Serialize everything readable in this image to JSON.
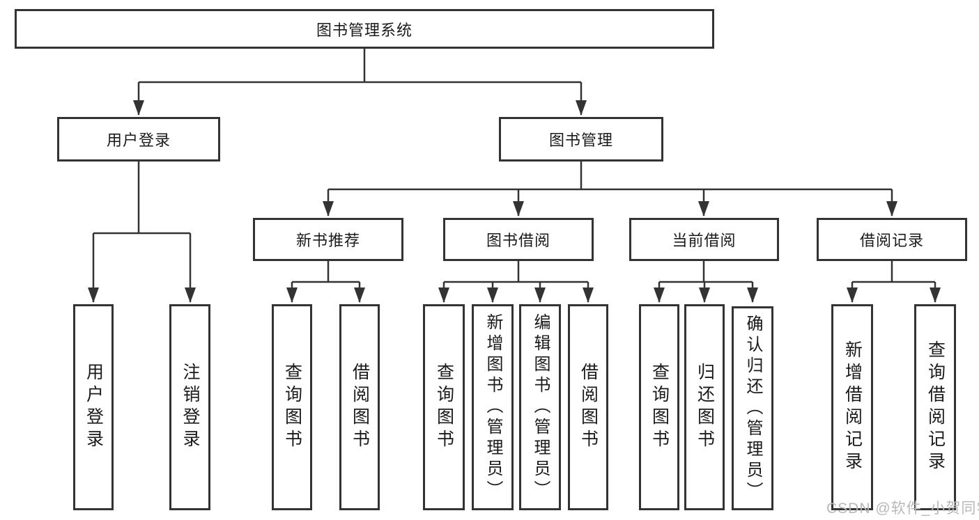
{
  "colors": {
    "line": "#333333",
    "box_border": "#333333",
    "text": "#1a1a1a",
    "background": "#ffffff",
    "watermark": "#b8b8b8"
  },
  "watermark": {
    "text": "CSDN @软件_小贺同学"
  },
  "tree": {
    "root": {
      "label": "图书管理系统"
    },
    "branches": [
      {
        "label": "用户登录",
        "children": [
          {
            "label": "用户登录"
          },
          {
            "label": "注销登录"
          }
        ]
      },
      {
        "label": "图书管理",
        "children": [
          {
            "label": "新书推荐",
            "children": [
              {
                "label": "查询图书"
              },
              {
                "label": "借阅图书"
              }
            ]
          },
          {
            "label": "图书借阅",
            "children": [
              {
                "label": "查询图书"
              },
              {
                "label": "新增图书（管理员）"
              },
              {
                "label": "编辑图书（管理员）"
              },
              {
                "label": "借阅图书"
              }
            ]
          },
          {
            "label": "当前借阅",
            "children": [
              {
                "label": "查询图书"
              },
              {
                "label": "归还图书"
              },
              {
                "label": "确认归还（管理员）"
              }
            ]
          },
          {
            "label": "借阅记录",
            "children": [
              {
                "label": "新增借阅记录"
              },
              {
                "label": "查询借阅记录"
              }
            ]
          }
        ]
      }
    ]
  }
}
